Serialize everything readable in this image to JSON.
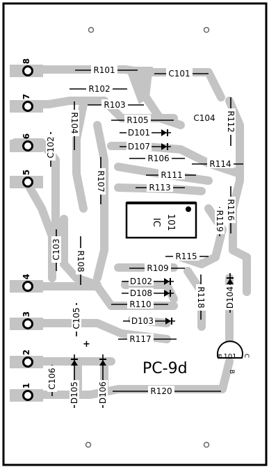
{
  "board": {
    "name": "PC-9d",
    "colors": {
      "paper": "#ffffff",
      "copper": "#c4c4c4",
      "ink": "#000000",
      "pad": "#ffffff"
    }
  },
  "edge_pins": [
    {
      "id": "pin-8",
      "label": "8"
    },
    {
      "id": "pin-7",
      "label": "7"
    },
    {
      "id": "pin-6",
      "label": "6"
    },
    {
      "id": "pin-5",
      "label": "5"
    },
    {
      "id": "pin-4",
      "label": "4"
    },
    {
      "id": "pin-3",
      "label": "3"
    },
    {
      "id": "pin-2",
      "label": "2"
    },
    {
      "id": "pin-1",
      "label": "1"
    }
  ],
  "components": {
    "resistors": [
      "R101",
      "R102",
      "R103",
      "R104",
      "R105",
      "R106",
      "R107",
      "R108",
      "R109",
      "R110",
      "R111",
      "R112",
      "R113",
      "R114",
      "R115",
      "R116",
      "R117",
      "R118",
      "R119",
      "R120"
    ],
    "capacitors": [
      "C101",
      "C102",
      "C103",
      "C104",
      "C105",
      "C106"
    ],
    "diodes": [
      "D101",
      "D102",
      "D103",
      "D104",
      "D105",
      "D106",
      "D107",
      "D108"
    ],
    "ic": {
      "prefix": "IC",
      "number": "101"
    },
    "transistor": {
      "number": "101",
      "leads": [
        "E",
        "B",
        "C"
      ]
    },
    "polarity": "+"
  }
}
